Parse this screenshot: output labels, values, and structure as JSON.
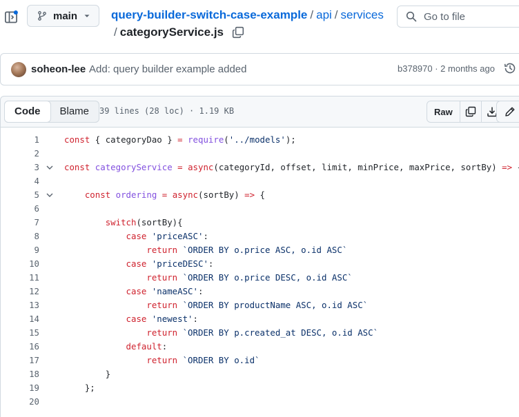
{
  "header": {
    "branch": "main",
    "repo": "query-builder-switch-case-example",
    "path": [
      "api",
      "services"
    ],
    "filename": "categoryService.js",
    "separator": "/",
    "goto_placeholder": "Go to file"
  },
  "commit": {
    "author": "soheon-lee",
    "message": "Add: query builder example added",
    "meta": "b378970 · 2 months ago"
  },
  "file": {
    "tabs": [
      "Code",
      "Blame"
    ],
    "active_tab": "Code",
    "info": "39 lines (28 loc) · 1.19 KB",
    "raw_label": "Raw"
  },
  "colors": {
    "link": "#0969da",
    "keyword": "#cf222e",
    "entity": "#8250df",
    "constant": "#0550ae",
    "string": "#0a3069"
  },
  "code_lines": [
    {
      "n": "1",
      "fold": false,
      "indent": 0,
      "tokens": [
        [
          "keyword",
          "const"
        ],
        [
          "plain",
          " { categoryDao } "
        ],
        [
          "keyword",
          "="
        ],
        [
          "plain",
          " "
        ],
        [
          "entity",
          "require"
        ],
        [
          "plain",
          "("
        ],
        [
          "string",
          "'../models'"
        ],
        [
          "plain",
          ");"
        ]
      ]
    },
    {
      "n": "2",
      "fold": false,
      "indent": 0,
      "tokens": []
    },
    {
      "n": "3",
      "fold": true,
      "indent": 0,
      "tokens": [
        [
          "keyword",
          "const"
        ],
        [
          "plain",
          " "
        ],
        [
          "entity",
          "categoryService"
        ],
        [
          "plain",
          " "
        ],
        [
          "keyword",
          "="
        ],
        [
          "plain",
          " "
        ],
        [
          "keyword",
          "async"
        ],
        [
          "plain",
          "(categoryId, offset, limit, minPrice, maxPrice, sortBy) "
        ],
        [
          "keyword",
          "=>"
        ],
        [
          "plain",
          " {"
        ]
      ]
    },
    {
      "n": "4",
      "fold": false,
      "indent": 0,
      "tokens": []
    },
    {
      "n": "5",
      "fold": true,
      "indent": 4,
      "tokens": [
        [
          "keyword",
          "const"
        ],
        [
          "plain",
          " "
        ],
        [
          "entity",
          "ordering"
        ],
        [
          "plain",
          " "
        ],
        [
          "keyword",
          "="
        ],
        [
          "plain",
          " "
        ],
        [
          "keyword",
          "async"
        ],
        [
          "plain",
          "(sortBy) "
        ],
        [
          "keyword",
          "=>"
        ],
        [
          "plain",
          " {"
        ]
      ]
    },
    {
      "n": "6",
      "fold": false,
      "indent": 0,
      "tokens": []
    },
    {
      "n": "7",
      "fold": false,
      "indent": 8,
      "tokens": [
        [
          "keyword",
          "switch"
        ],
        [
          "plain",
          "(sortBy){"
        ]
      ]
    },
    {
      "n": "8",
      "fold": false,
      "indent": 12,
      "tokens": [
        [
          "keyword",
          "case"
        ],
        [
          "plain",
          " "
        ],
        [
          "string",
          "'priceASC'"
        ],
        [
          "plain",
          ":"
        ]
      ]
    },
    {
      "n": "9",
      "fold": false,
      "indent": 16,
      "tokens": [
        [
          "keyword",
          "return"
        ],
        [
          "plain",
          " "
        ],
        [
          "string",
          "`ORDER BY o.price ASC, o.id ASC`"
        ]
      ]
    },
    {
      "n": "10",
      "fold": false,
      "indent": 12,
      "tokens": [
        [
          "keyword",
          "case"
        ],
        [
          "plain",
          " "
        ],
        [
          "string",
          "'priceDESC'"
        ],
        [
          "plain",
          ":"
        ]
      ]
    },
    {
      "n": "11",
      "fold": false,
      "indent": 16,
      "tokens": [
        [
          "keyword",
          "return"
        ],
        [
          "plain",
          " "
        ],
        [
          "string",
          "`ORDER BY o.price DESC, o.id ASC`"
        ]
      ]
    },
    {
      "n": "12",
      "fold": false,
      "indent": 12,
      "tokens": [
        [
          "keyword",
          "case"
        ],
        [
          "plain",
          " "
        ],
        [
          "string",
          "'nameASC'"
        ],
        [
          "plain",
          ":"
        ]
      ]
    },
    {
      "n": "13",
      "fold": false,
      "indent": 16,
      "tokens": [
        [
          "keyword",
          "return"
        ],
        [
          "plain",
          " "
        ],
        [
          "string",
          "`ORDER BY productName ASC, o.id ASC`"
        ]
      ]
    },
    {
      "n": "14",
      "fold": false,
      "indent": 12,
      "tokens": [
        [
          "keyword",
          "case"
        ],
        [
          "plain",
          " "
        ],
        [
          "string",
          "'newest'"
        ],
        [
          "plain",
          ":"
        ]
      ]
    },
    {
      "n": "15",
      "fold": false,
      "indent": 16,
      "tokens": [
        [
          "keyword",
          "return"
        ],
        [
          "plain",
          " "
        ],
        [
          "string",
          "`ORDER BY p.created_at DESC, o.id ASC`"
        ]
      ]
    },
    {
      "n": "16",
      "fold": false,
      "indent": 12,
      "tokens": [
        [
          "keyword",
          "default"
        ],
        [
          "plain",
          ":"
        ]
      ]
    },
    {
      "n": "17",
      "fold": false,
      "indent": 16,
      "tokens": [
        [
          "keyword",
          "return"
        ],
        [
          "plain",
          " "
        ],
        [
          "string",
          "`ORDER BY o.id`"
        ]
      ]
    },
    {
      "n": "18",
      "fold": false,
      "indent": 8,
      "tokens": [
        [
          "plain",
          "}"
        ]
      ]
    },
    {
      "n": "19",
      "fold": false,
      "indent": 4,
      "tokens": [
        [
          "plain",
          "};"
        ]
      ]
    },
    {
      "n": "20",
      "fold": false,
      "indent": 0,
      "tokens": []
    }
  ]
}
